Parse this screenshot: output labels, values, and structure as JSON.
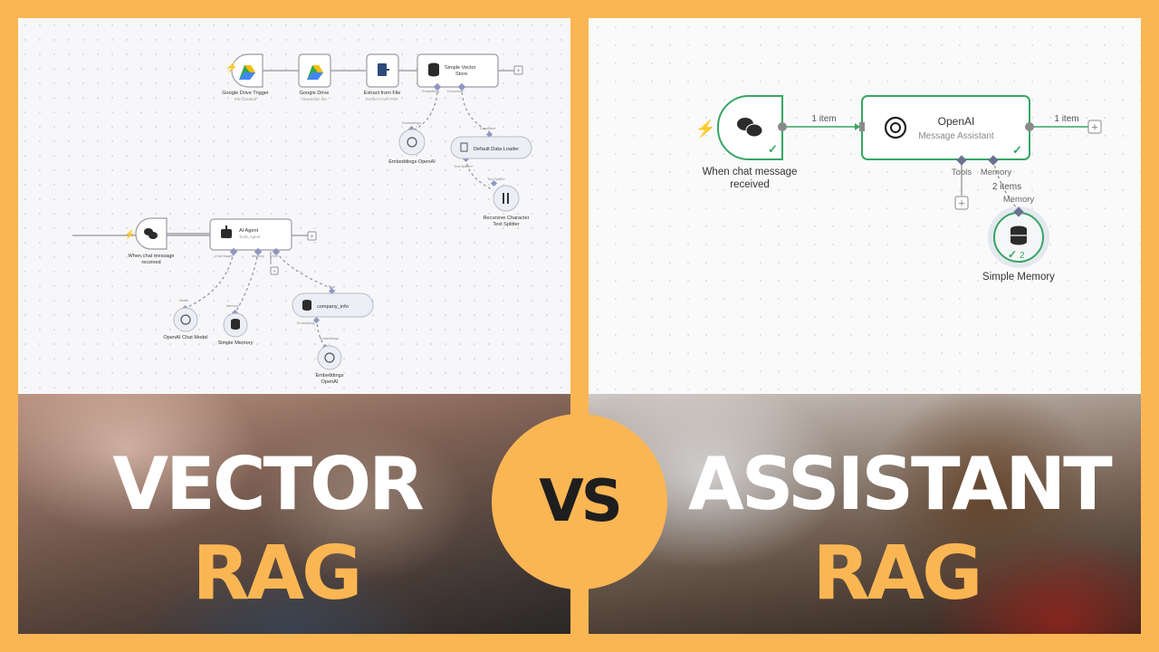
{
  "left": {
    "workflow_top": {
      "nodes": [
        {
          "title": "Google Drive Trigger",
          "subtitle": "File Created"
        },
        {
          "title": "Google Drive",
          "subtitle": "download: file"
        },
        {
          "title": "Extract from File",
          "subtitle": "Extract From PDF"
        },
        {
          "title": "Simple Vector",
          "title2": "Store"
        }
      ],
      "embeddings": {
        "label": "Embeddings OpenAI",
        "port": "Embeddings"
      },
      "loader": {
        "label": "Default Data Loader",
        "port": "Document"
      },
      "splitter": {
        "label": "Recursive Character",
        "label2": "Text Splitter",
        "port": "Text Splitter"
      },
      "ports": {
        "store_left": "Embedding",
        "store_right": "Document*",
        "loader_bottom": "Text Splitter*"
      }
    },
    "workflow_bottom": {
      "trigger": {
        "label": "When chat message",
        "label2": "received"
      },
      "agent": {
        "title": "AI Agent",
        "subtitle": "Tools Agent"
      },
      "ports": {
        "model": "Chat Model*",
        "memory": "Memory",
        "tool": "Tool"
      },
      "chat_model": {
        "label": "OpenAI Chat Model",
        "port": "Model"
      },
      "memory": {
        "label": "Simple Memory",
        "port": "Memory"
      },
      "tool": {
        "label": "company_info",
        "port": "Tool",
        "port_bottom": "Embedding*"
      },
      "embeddings": {
        "label": "Embeddings",
        "label2": "OpenAI",
        "port": "Embeddings"
      }
    },
    "headline": "VECTOR",
    "subheadline": "RAG"
  },
  "vs": "VS",
  "right": {
    "workflow": {
      "trigger": {
        "label": "When chat message",
        "label2": "received"
      },
      "edge1": "1 item",
      "openai": {
        "title": "OpenAI",
        "subtitle": "Message Assistant"
      },
      "edge2": "1 item",
      "ports": {
        "tools": "Tools",
        "memory": "Memory"
      },
      "memory_items": "2 items",
      "memory_port": "Memory",
      "memory_node": {
        "label": "Simple Memory",
        "badge": "2"
      }
    },
    "headline": "ASSISTANT",
    "subheadline": "RAG"
  },
  "colors": {
    "accent": "#fbb654",
    "success": "#37a564",
    "trigger": "#ff6d5a"
  }
}
